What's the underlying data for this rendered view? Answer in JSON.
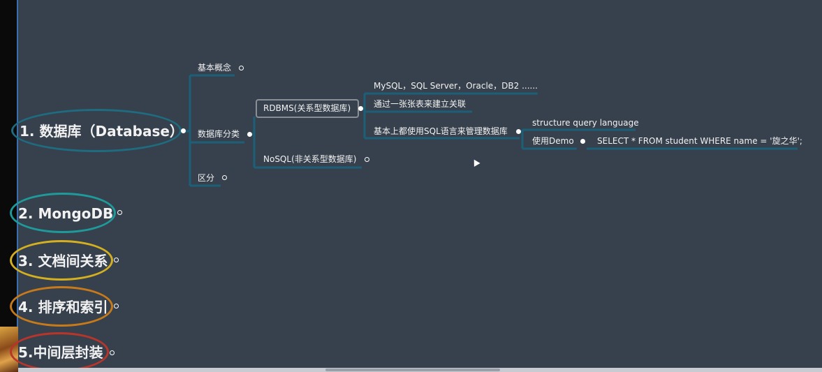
{
  "mindmap": {
    "main_topics": [
      {
        "label": "1. 数据库（Database）",
        "color": "#1f6b80"
      },
      {
        "label": "2. MongoDB",
        "color": "#1f9a9a"
      },
      {
        "label": "3. 文档间关系",
        "color": "#d4b020"
      },
      {
        "label": "4. 排序和索引",
        "color": "#c77a1a"
      },
      {
        "label": "5.中间层封装",
        "color": "#b8352a"
      }
    ],
    "database_children": {
      "basic_concept": "基本概念",
      "classification": "数据库分类",
      "difference": "区分"
    },
    "classification_children": {
      "rdbms": "RDBMS(关系型数据库)",
      "nosql": "NoSQL(非关系型数据库)"
    },
    "rdbms_children": {
      "examples": "MySQL，SQL Server，Oracle，DB2 ......",
      "relation": "通过一张张表来建立关联",
      "sql_usage": "基本上都使用SQL语言来管理数据库"
    },
    "sql_children": {
      "full_name": "structure query language",
      "demo_label": "使用Demo",
      "demo_query": "SELECT * FROM student WHERE name = '旋之华';"
    },
    "branch_color": "#1c5f78"
  }
}
